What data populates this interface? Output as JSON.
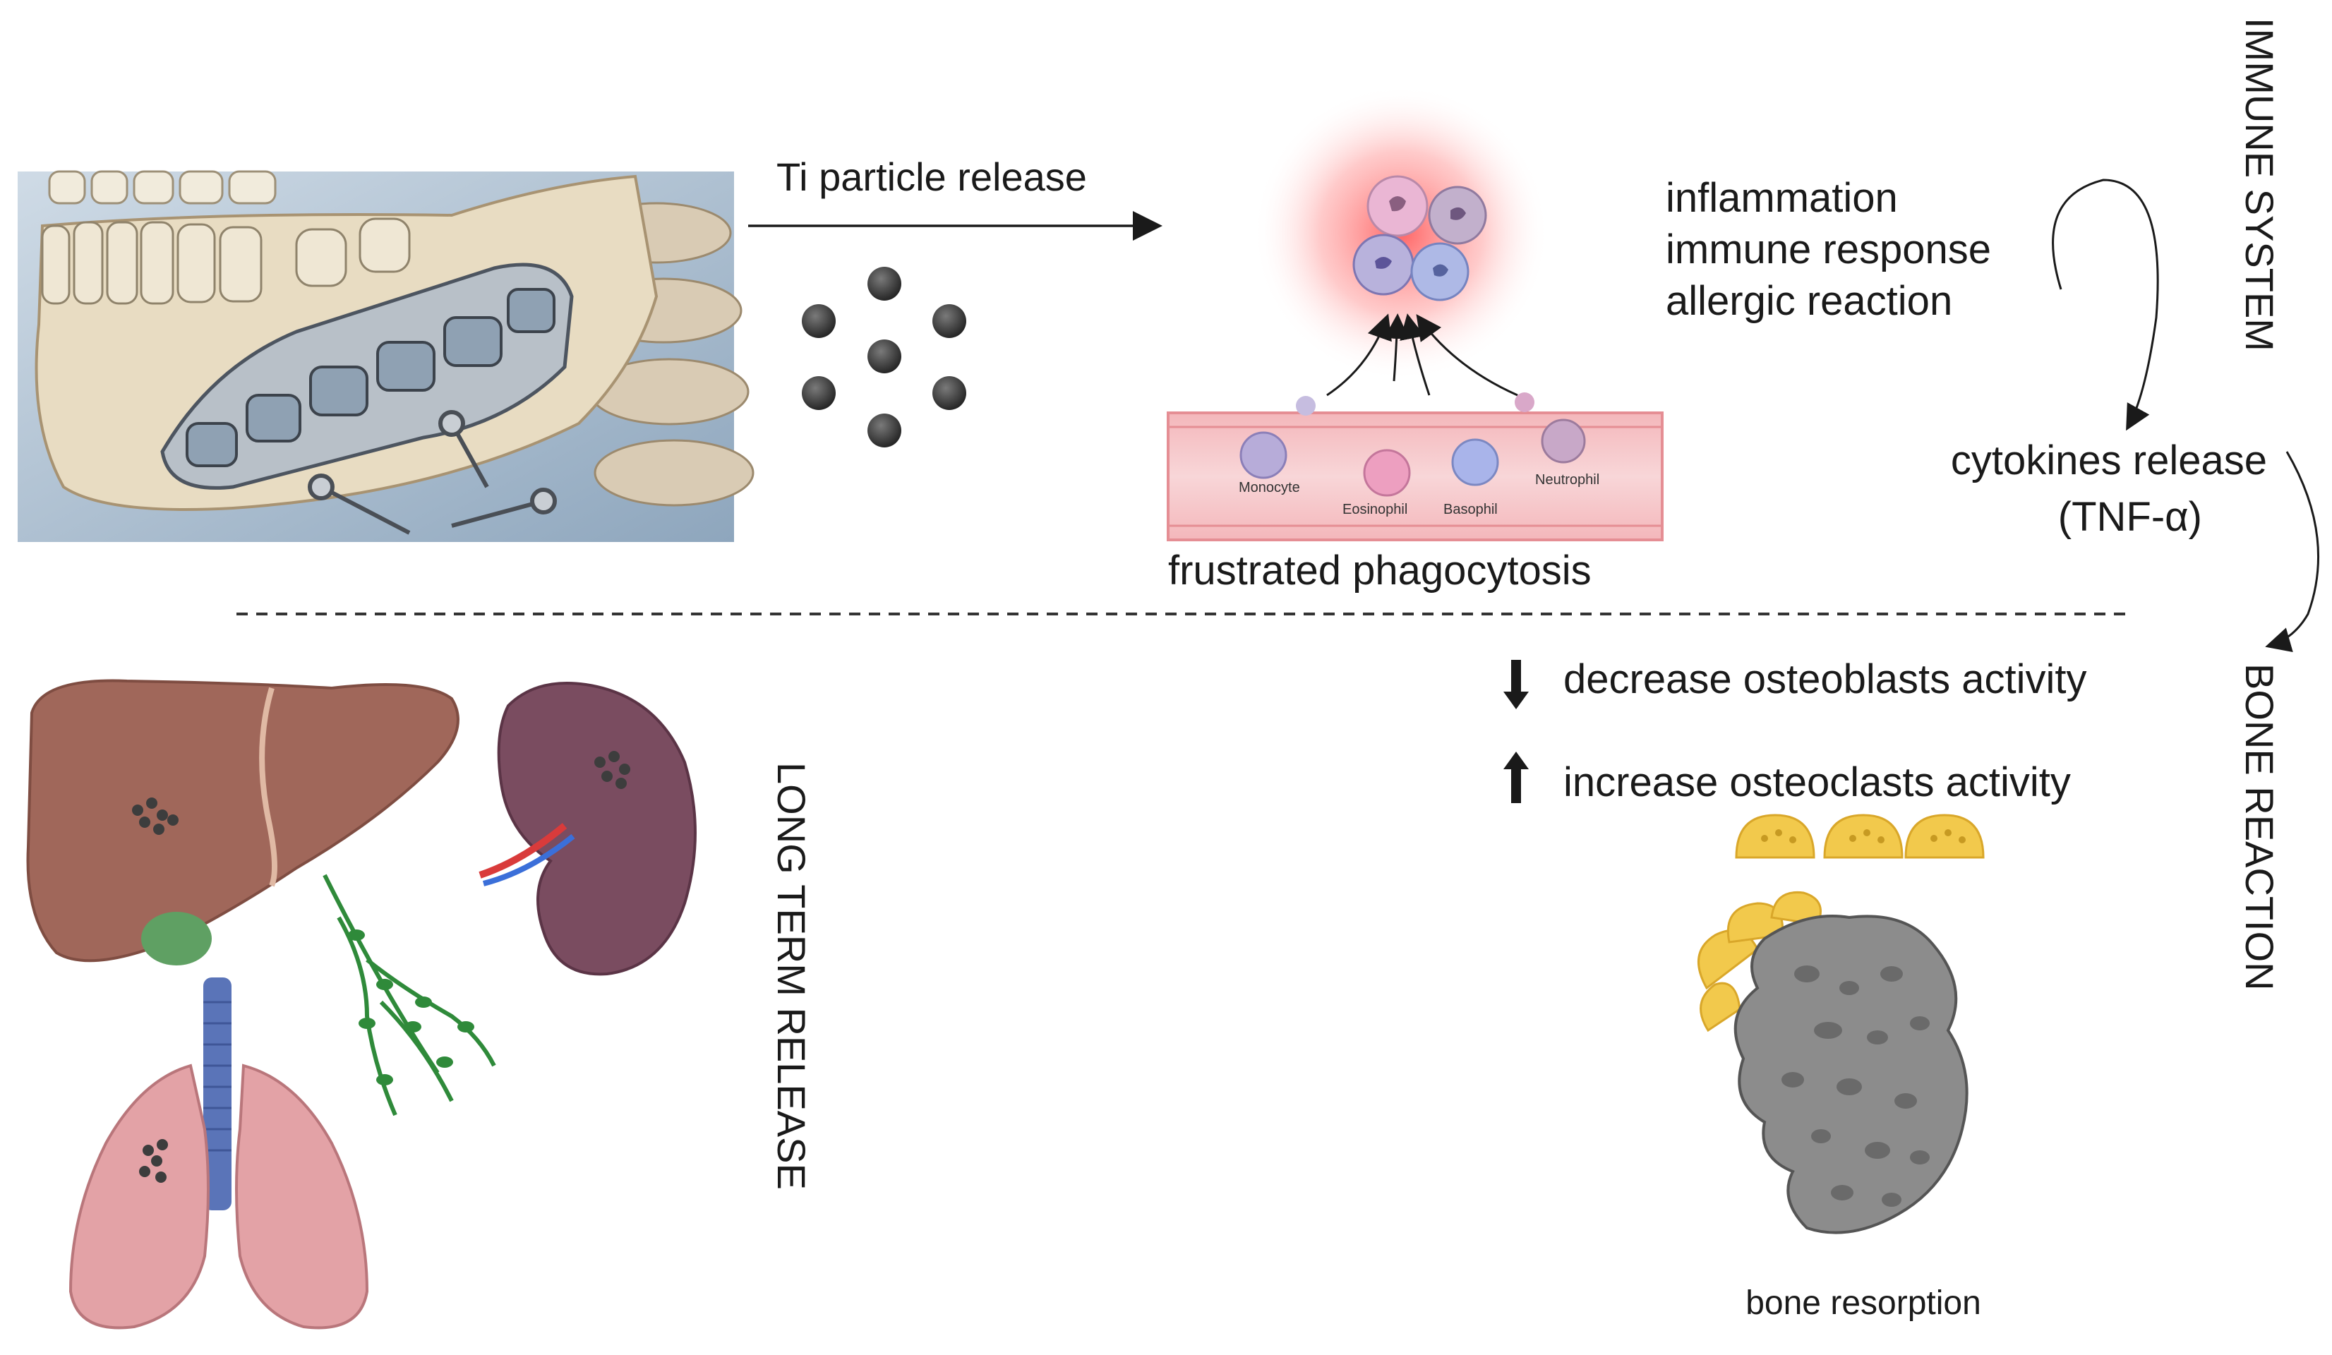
{
  "arrow_label": "Ti particle release",
  "inflammation_lines": [
    "inflammation",
    "immune response",
    "allergic reaction"
  ],
  "cytokines": [
    "cytokines release",
    "(TNF-α)"
  ],
  "phagocytosis_label": "frustrated phagocytosis",
  "cells": [
    "Monocyte",
    "Eosinophil",
    "Basophil",
    "Neutrophil"
  ],
  "immune_system": "IMMUNE SYSTEM",
  "bone_reaction": "BONE REACTION",
  "long_term_release": "LONG TERM RELEASE",
  "osteoblast_text": "decrease osteoblasts activity",
  "osteoclast_text": "increase osteoclasts activity",
  "bone_resorption": "bone resorption",
  "colors": {
    "liver": "#a0675a",
    "spleen": "#7a4c60",
    "lung": "#e3a2a6",
    "trachea": "#5a74b8",
    "lymph": "#2f8a3a",
    "osteoclast": "#f2c94c",
    "bone": "#8c8c8c",
    "glow": "#ff5a5a"
  }
}
